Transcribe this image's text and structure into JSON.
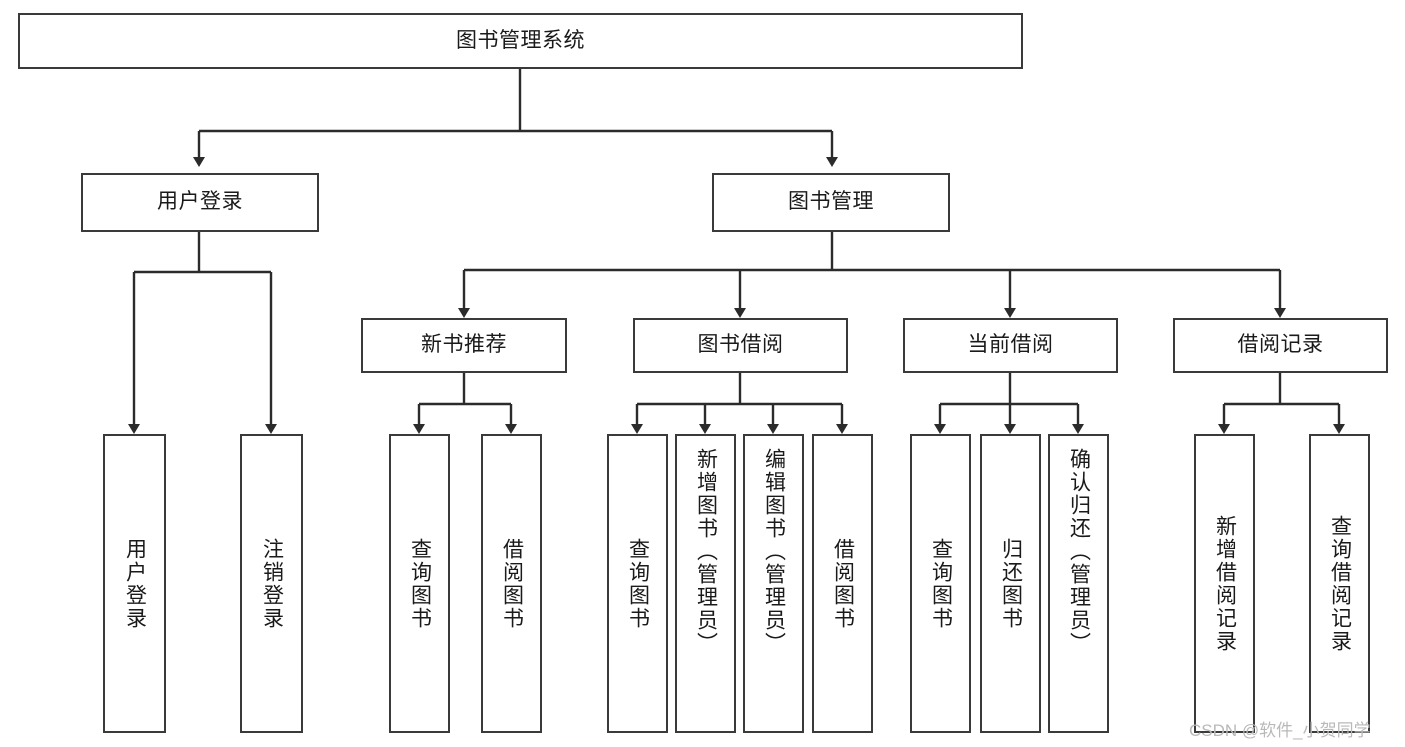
{
  "diagram": {
    "type": "tree-hierarchy",
    "title": "图书管理系统",
    "orientation": "top-down",
    "watermark": "CSDN @软件_小贺同学",
    "colors": {
      "box_border": "#3a3a3a",
      "box_fill": "#ffffff",
      "edge": "#2b2b2b",
      "text": "#1a1a1a",
      "watermark": "#b9b9b9",
      "background": "#ffffff"
    },
    "nodes": {
      "root": {
        "label": "图书管理系统",
        "level": 0
      },
      "level1": [
        {
          "id": "user-login",
          "label": "用户登录"
        },
        {
          "id": "book-management",
          "label": "图书管理"
        }
      ],
      "level2": [
        {
          "id": "new-book-recommend",
          "label": "新书推荐",
          "parent": "book-management"
        },
        {
          "id": "book-borrow",
          "label": "图书借阅",
          "parent": "book-management"
        },
        {
          "id": "current-borrow",
          "label": "当前借阅",
          "parent": "book-management"
        },
        {
          "id": "borrow-record",
          "label": "借阅记录",
          "parent": "book-management"
        }
      ],
      "leaves": {
        "user-login": [
          {
            "id": "leaf-user-login",
            "label": "用户登录"
          },
          {
            "id": "leaf-user-logout",
            "label": "注销登录"
          }
        ],
        "new-book-recommend": [
          {
            "id": "leaf-query-book-1",
            "label": "查询图书"
          },
          {
            "id": "leaf-borrow-book-1",
            "label": "借阅图书"
          }
        ],
        "book-borrow": [
          {
            "id": "leaf-query-book-2",
            "label": "查询图书"
          },
          {
            "id": "leaf-add-book",
            "label": "新增图书（管理员）"
          },
          {
            "id": "leaf-edit-book",
            "label": "编辑图书（管理员）"
          },
          {
            "id": "leaf-borrow-book-2",
            "label": "借阅图书"
          }
        ],
        "current-borrow": [
          {
            "id": "leaf-query-book-3",
            "label": "查询图书"
          },
          {
            "id": "leaf-return-book",
            "label": "归还图书"
          },
          {
            "id": "leaf-confirm-return",
            "label": "确认归还（管理员）"
          }
        ],
        "borrow-record": [
          {
            "id": "leaf-add-record",
            "label": "新增借阅记录"
          },
          {
            "id": "leaf-query-record",
            "label": "查询借阅记录"
          }
        ]
      }
    }
  }
}
